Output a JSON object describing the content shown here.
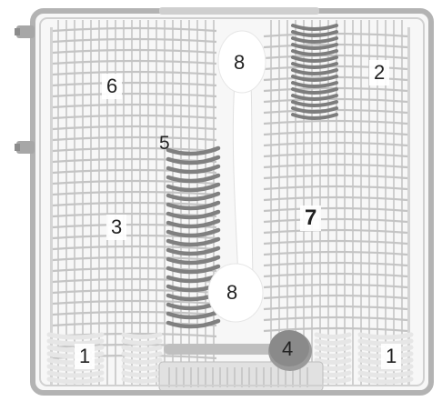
{
  "diagram": {
    "colors": {
      "frame": "#b3b3b3",
      "wire": "#c6c6c6",
      "dark_tines": "#7d7d7d",
      "white_tines": "#f2f2f2",
      "spoon": "#ffffff",
      "knob": "#8a8a8a",
      "label_text": "#222222"
    },
    "labels": {
      "left_bottom": "1",
      "right_bottom": "1",
      "top_right": "2",
      "left_middle": "3",
      "knob": "4",
      "tines_left": "5",
      "top_left": "6",
      "center": "7",
      "spoon_top": "8",
      "spoon_bottom": "8"
    }
  }
}
